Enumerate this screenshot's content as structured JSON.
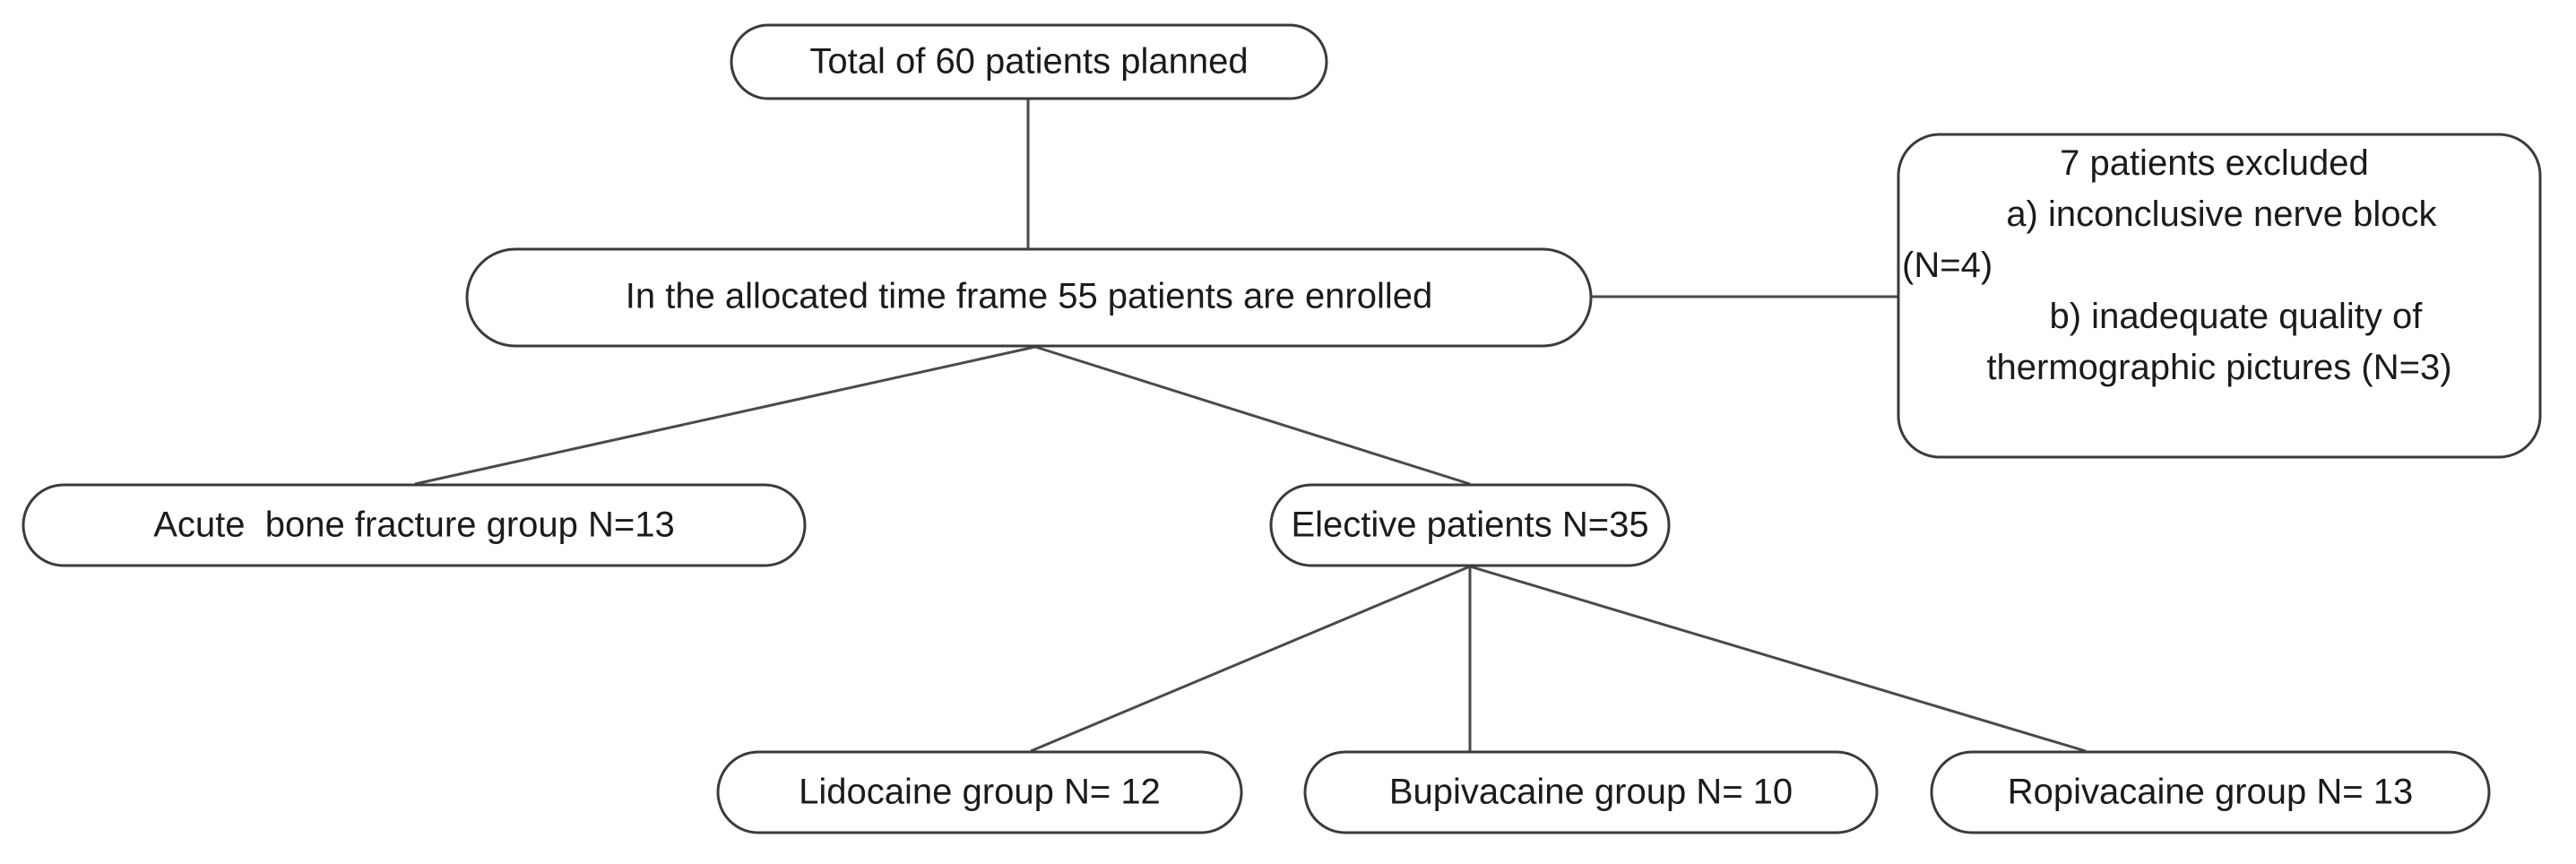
{
  "diagram": {
    "type": "flowchart",
    "title": "Patient enrollment flow",
    "colors": {
      "background": "#ffffff",
      "box_stroke": "#3b3b3b",
      "connector": "#4a4a4a",
      "text": "#1b1b1b"
    },
    "nodes": {
      "total_planned": {
        "label": "Total of 60 patients planned",
        "n": 60
      },
      "enrolled": {
        "label": "In the allocated time frame 55 patients are enrolled",
        "n": 55
      },
      "excluded": {
        "lines": [
          "7 patients excluded",
          "a) inconclusive nerve block",
          "(N=4)",
          "b) inadequate quality of",
          "thermographic pictures (N=3)"
        ],
        "n": 7,
        "reason_a_n": 4,
        "reason_b_n": 3
      },
      "acute_group": {
        "label": "Acute  bone fracture group N=13",
        "n": 13
      },
      "elective_group": {
        "label": "Elective patients N=35",
        "n": 35
      },
      "lidocaine_group": {
        "label": "Lidocaine group N= 12",
        "n": 12
      },
      "bupivacaine_group": {
        "label": "Bupivacaine group N= 10",
        "n": 10
      },
      "ropivacaine_group": {
        "label": "Ropivacaine group N= 13",
        "n": 13
      }
    }
  }
}
